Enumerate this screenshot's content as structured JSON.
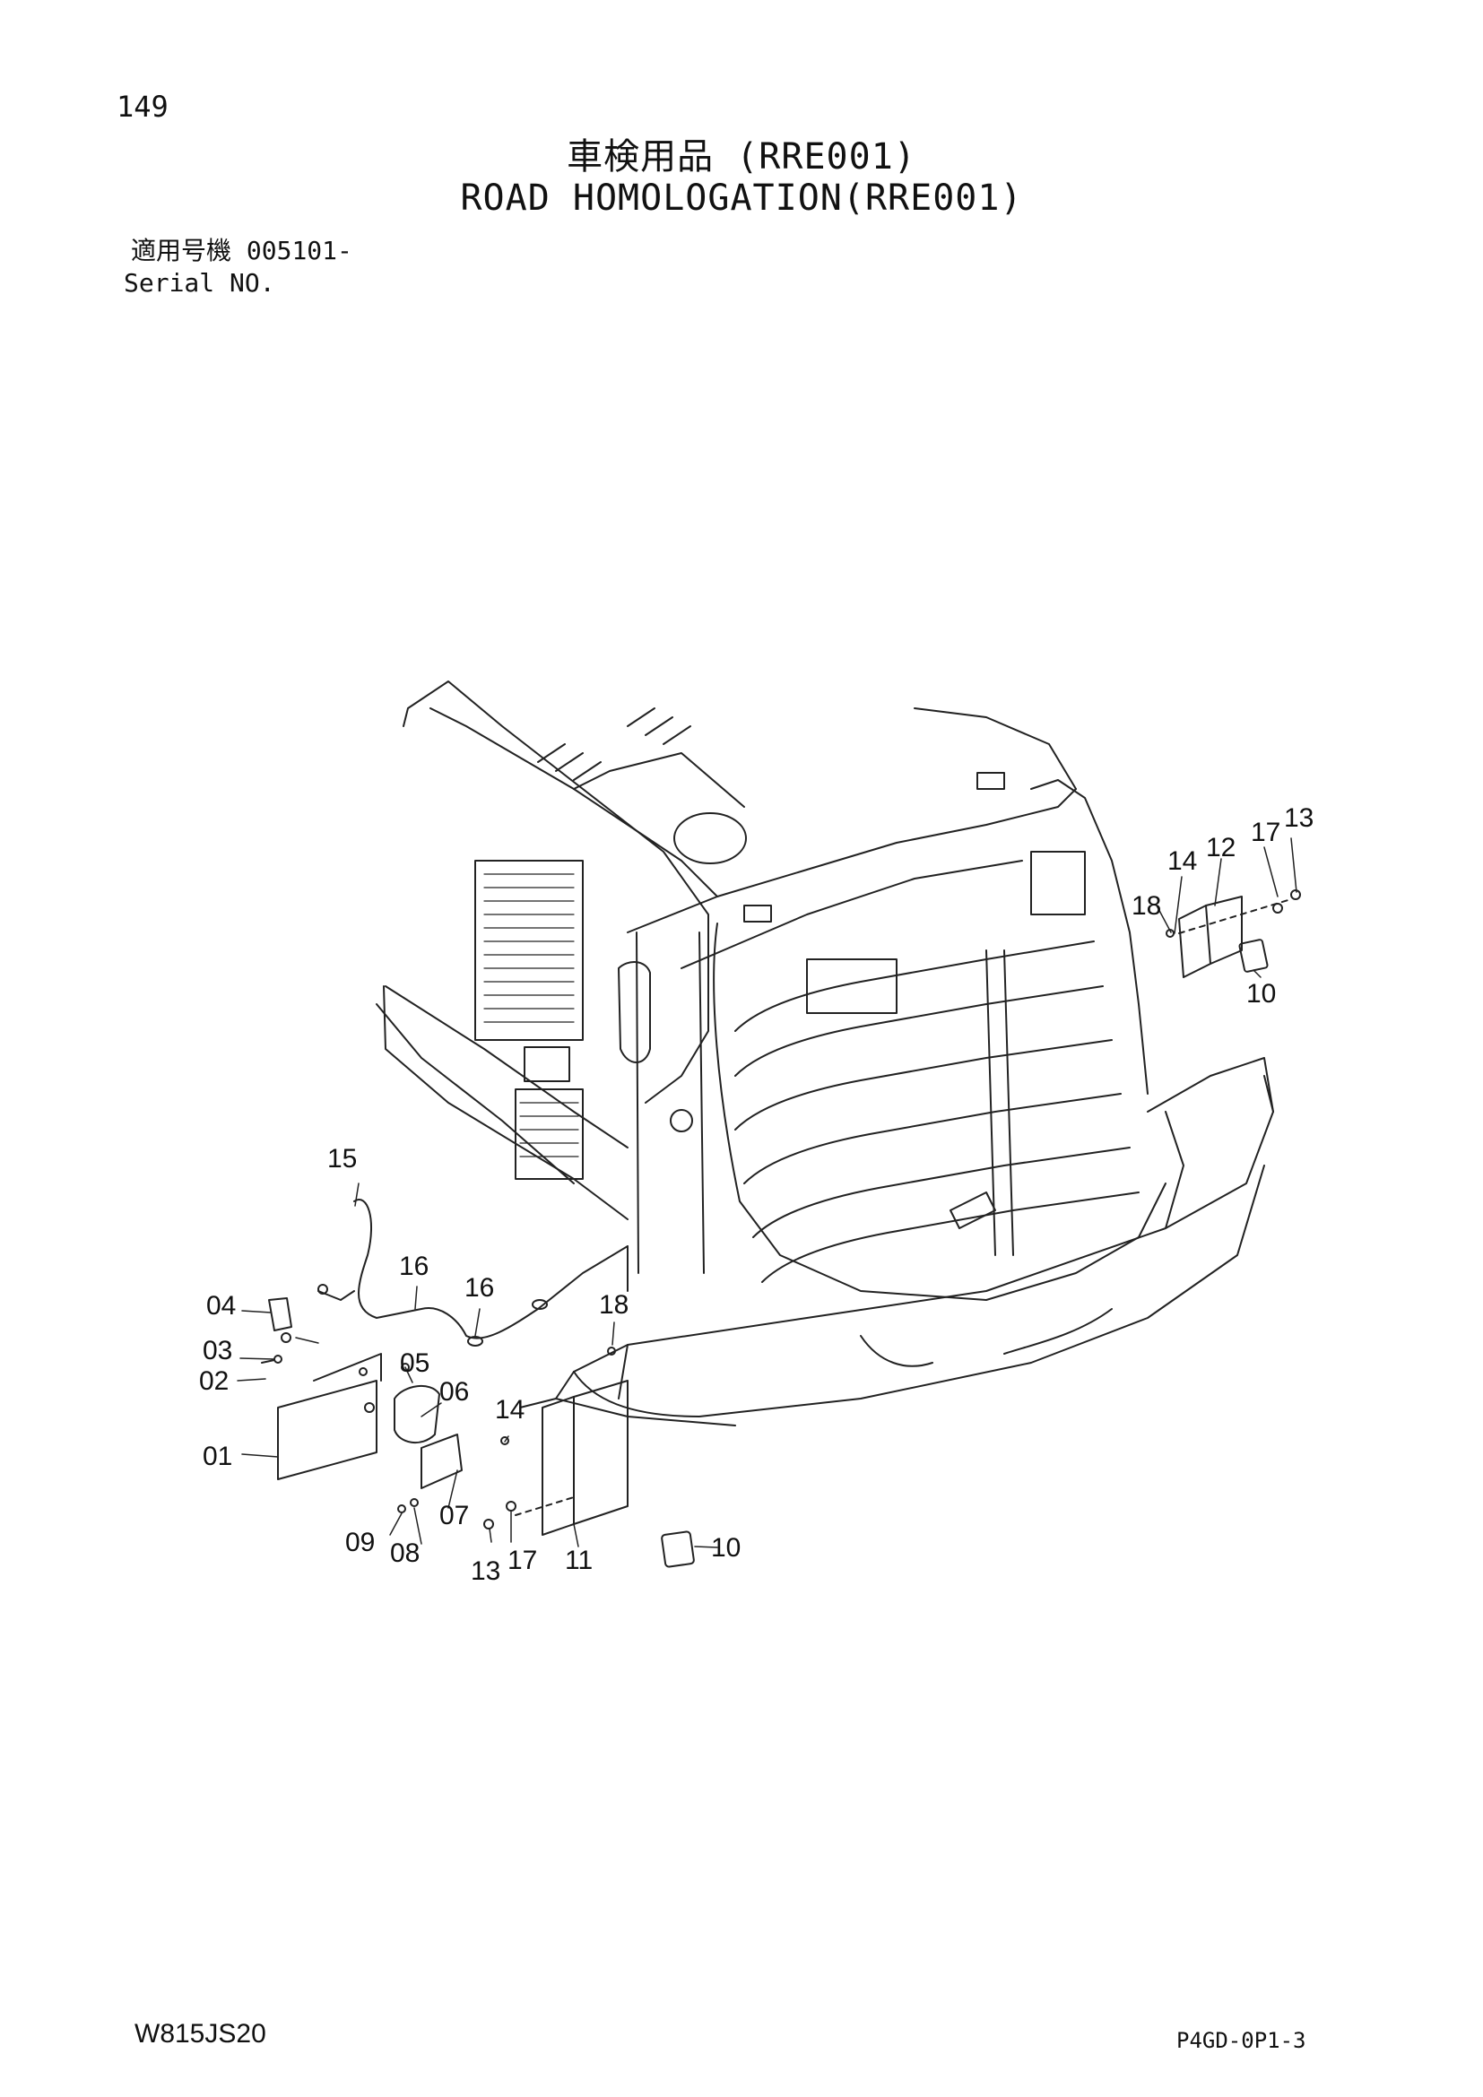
{
  "page_number": "149",
  "title": {
    "japanese": "車検用品 (RRE001)",
    "english": "ROAD HOMOLOGATION(RRE001)"
  },
  "serial": {
    "japanese_label": "適用号機",
    "number": "005101-",
    "english_label": "Serial NO."
  },
  "callouts": {
    "c01": "01",
    "c02": "02",
    "c03": "03",
    "c04": "04",
    "c05": "05",
    "c06": "06",
    "c07": "07",
    "c08": "08",
    "c09": "09",
    "c10a": "10",
    "c10b": "10",
    "c11": "11",
    "c12": "12",
    "c13a": "13",
    "c13b": "13",
    "c14a": "14",
    "c14b": "14",
    "c15": "15",
    "c16a": "16",
    "c16b": "16",
    "c17a": "17",
    "c17b": "17",
    "c18a": "18",
    "c18b": "18"
  },
  "footer": {
    "model": "W815JS20",
    "code": "P4GD-0P1-3"
  }
}
